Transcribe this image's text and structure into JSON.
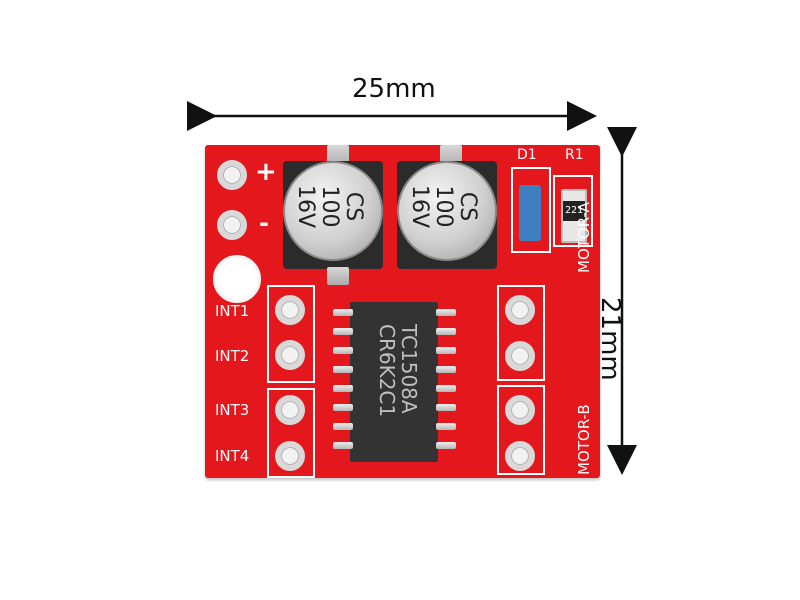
{
  "dimensions": {
    "width": "25mm",
    "height": "21mm"
  },
  "board": {
    "power": {
      "plus": "+",
      "minus": "-"
    },
    "inputs": [
      "INT1",
      "INT2",
      "INT3",
      "INT4"
    ],
    "motors": {
      "a": "MOTOR-A",
      "b": "MOTOR-B"
    },
    "components": {
      "diode": "D1",
      "resistor": "R1",
      "resistor_code": "221"
    },
    "capacitors": [
      {
        "text": "CS\n100\n16V"
      },
      {
        "text": "CS\n100\n16V"
      }
    ],
    "chip": {
      "line1": "TC1508A",
      "line2": "CR6K2C1"
    }
  },
  "colors": {
    "pcb": "#e3171c",
    "silk": "#ffffff",
    "chip": "#333333"
  }
}
